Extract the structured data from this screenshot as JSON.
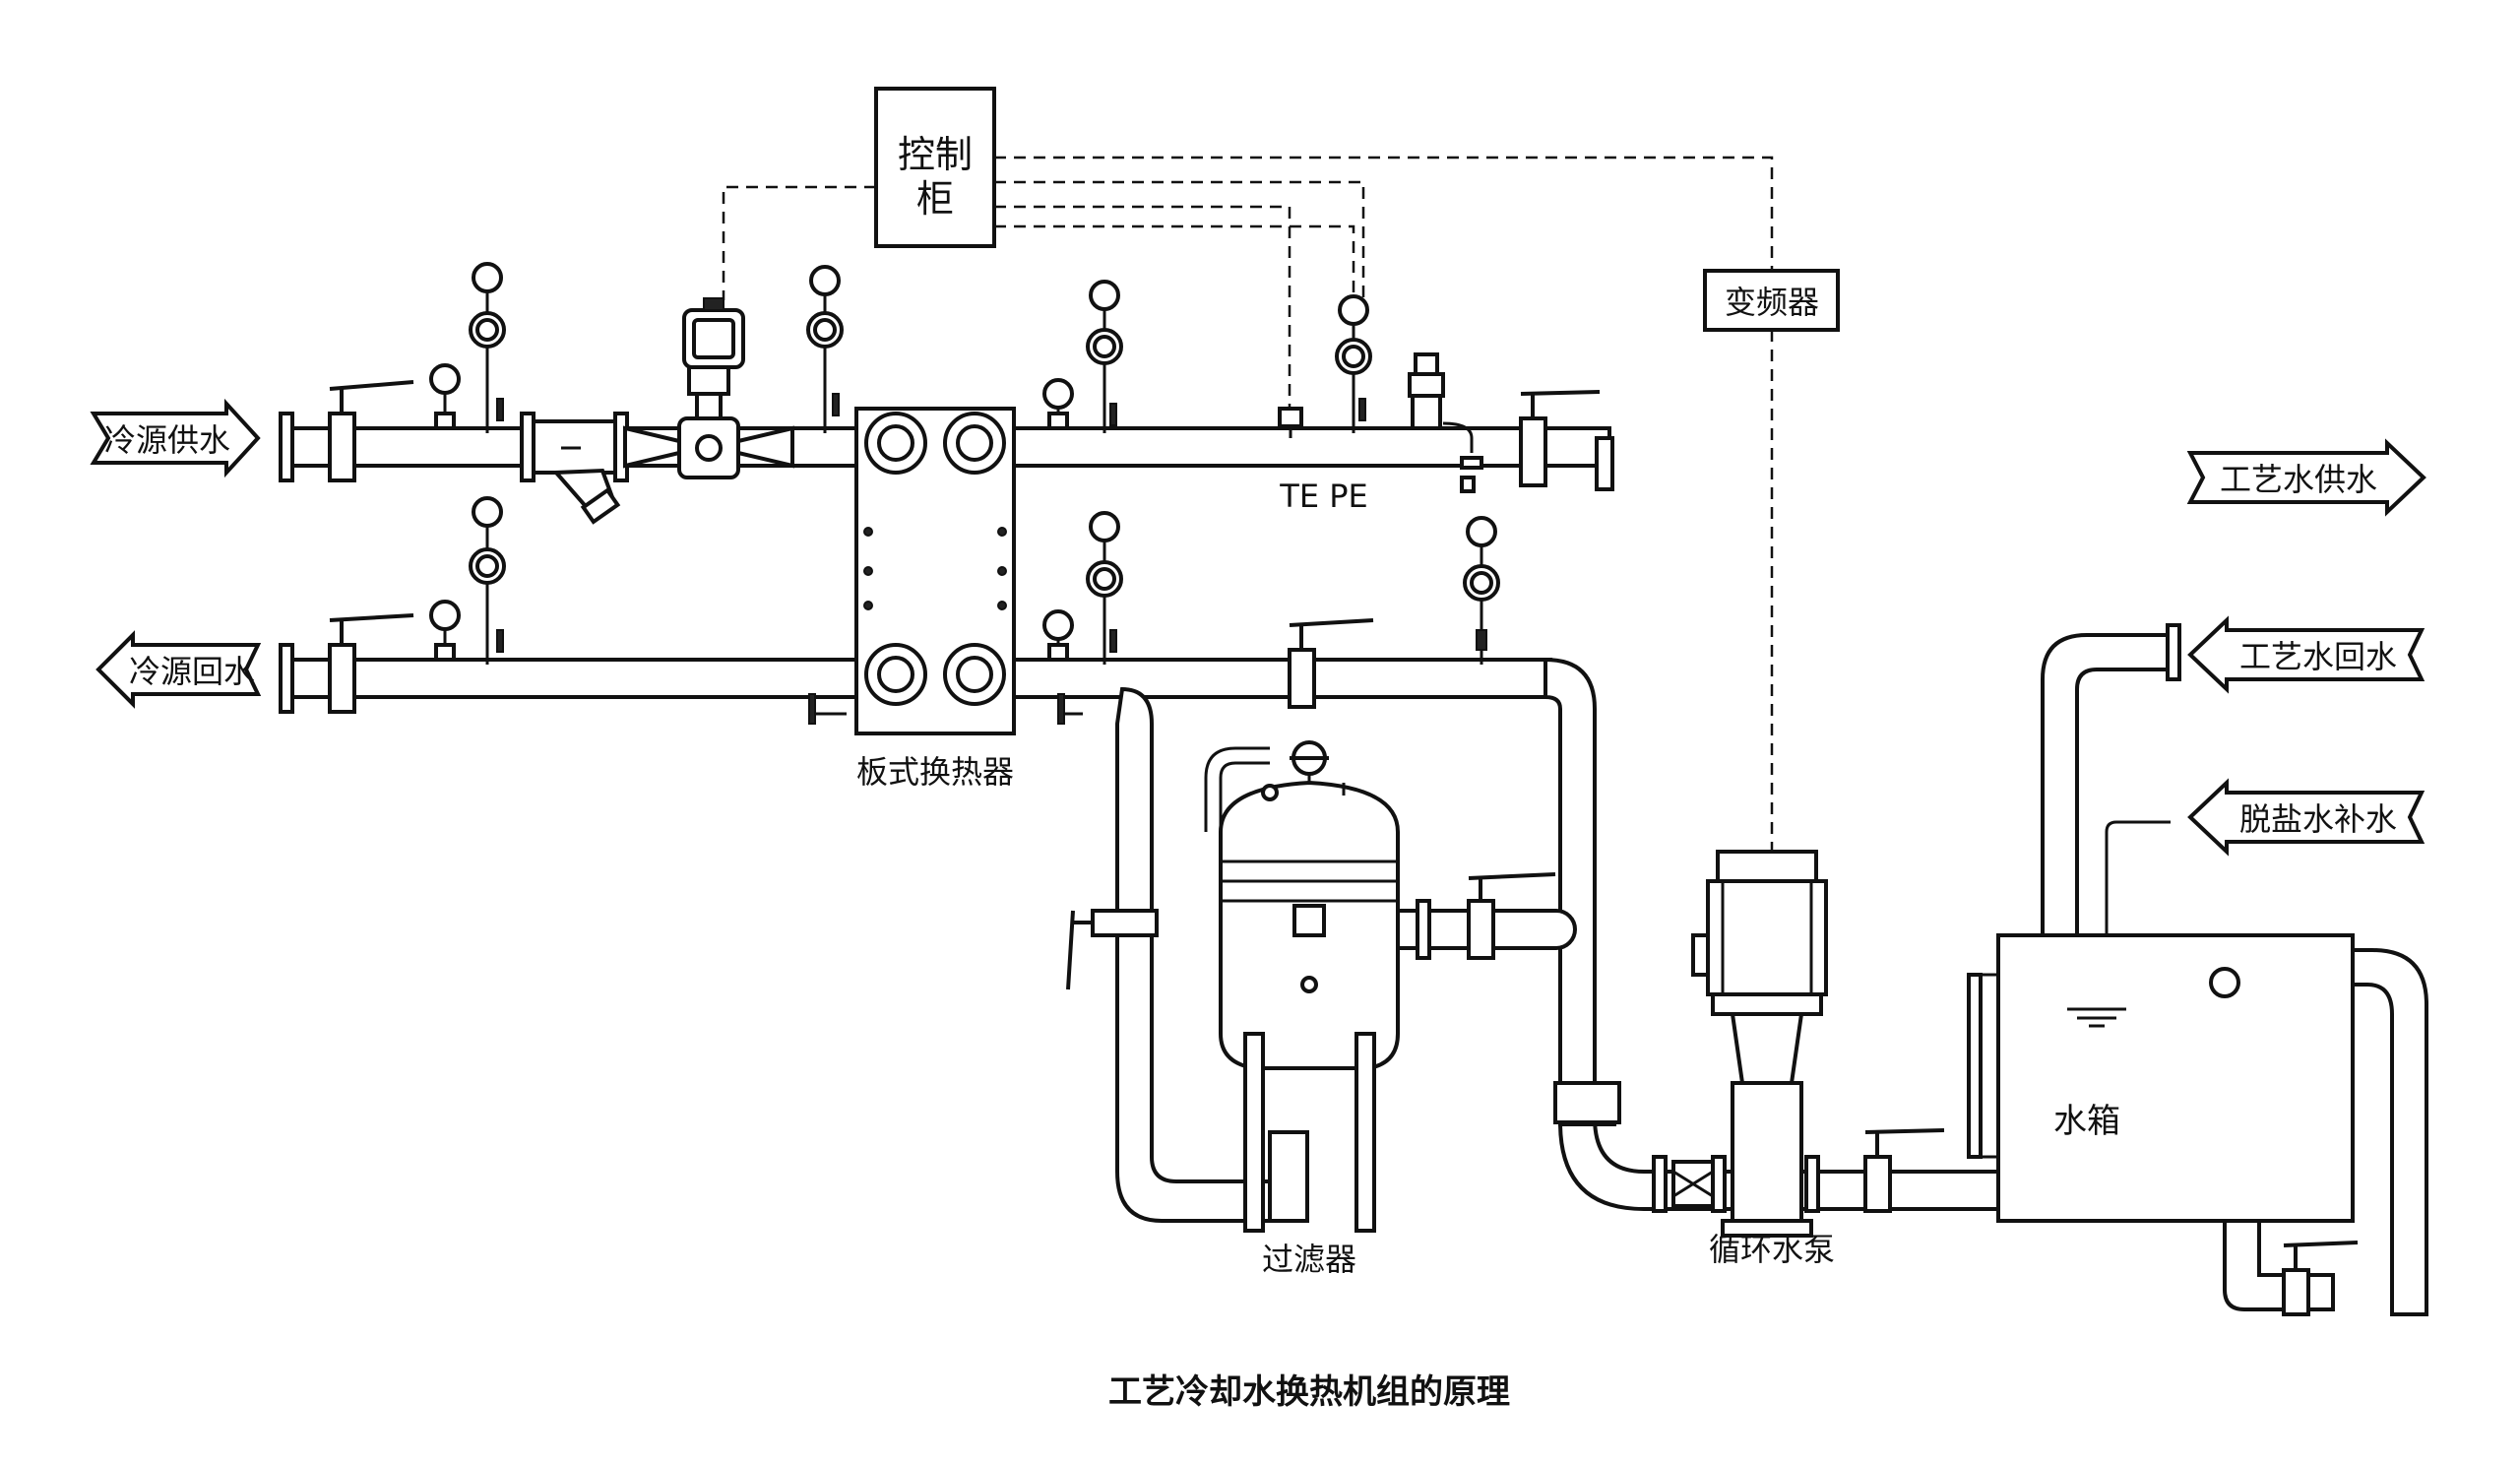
{
  "labels": {
    "control_cabinet_line1": "控制",
    "control_cabinet_line2": "柜",
    "vfd": "变频器",
    "cold_supply": "冷源供水",
    "cold_return": "冷源回水",
    "process_supply": "工艺水供水",
    "process_return": "工艺水回水",
    "makeup": "脱盐水补水",
    "te_pe": "TE PE",
    "plate_hx": "板式换热器",
    "filter": "过滤器",
    "pump": "循环水泵",
    "tank": "水箱",
    "title": "工艺冷却水换热机组的原理"
  },
  "icons": [
    "pressure-gauge-icon",
    "gate-valve-icon",
    "y-strainer-icon",
    "control-valve-icon",
    "safety-valve-icon",
    "motor-icon"
  ]
}
